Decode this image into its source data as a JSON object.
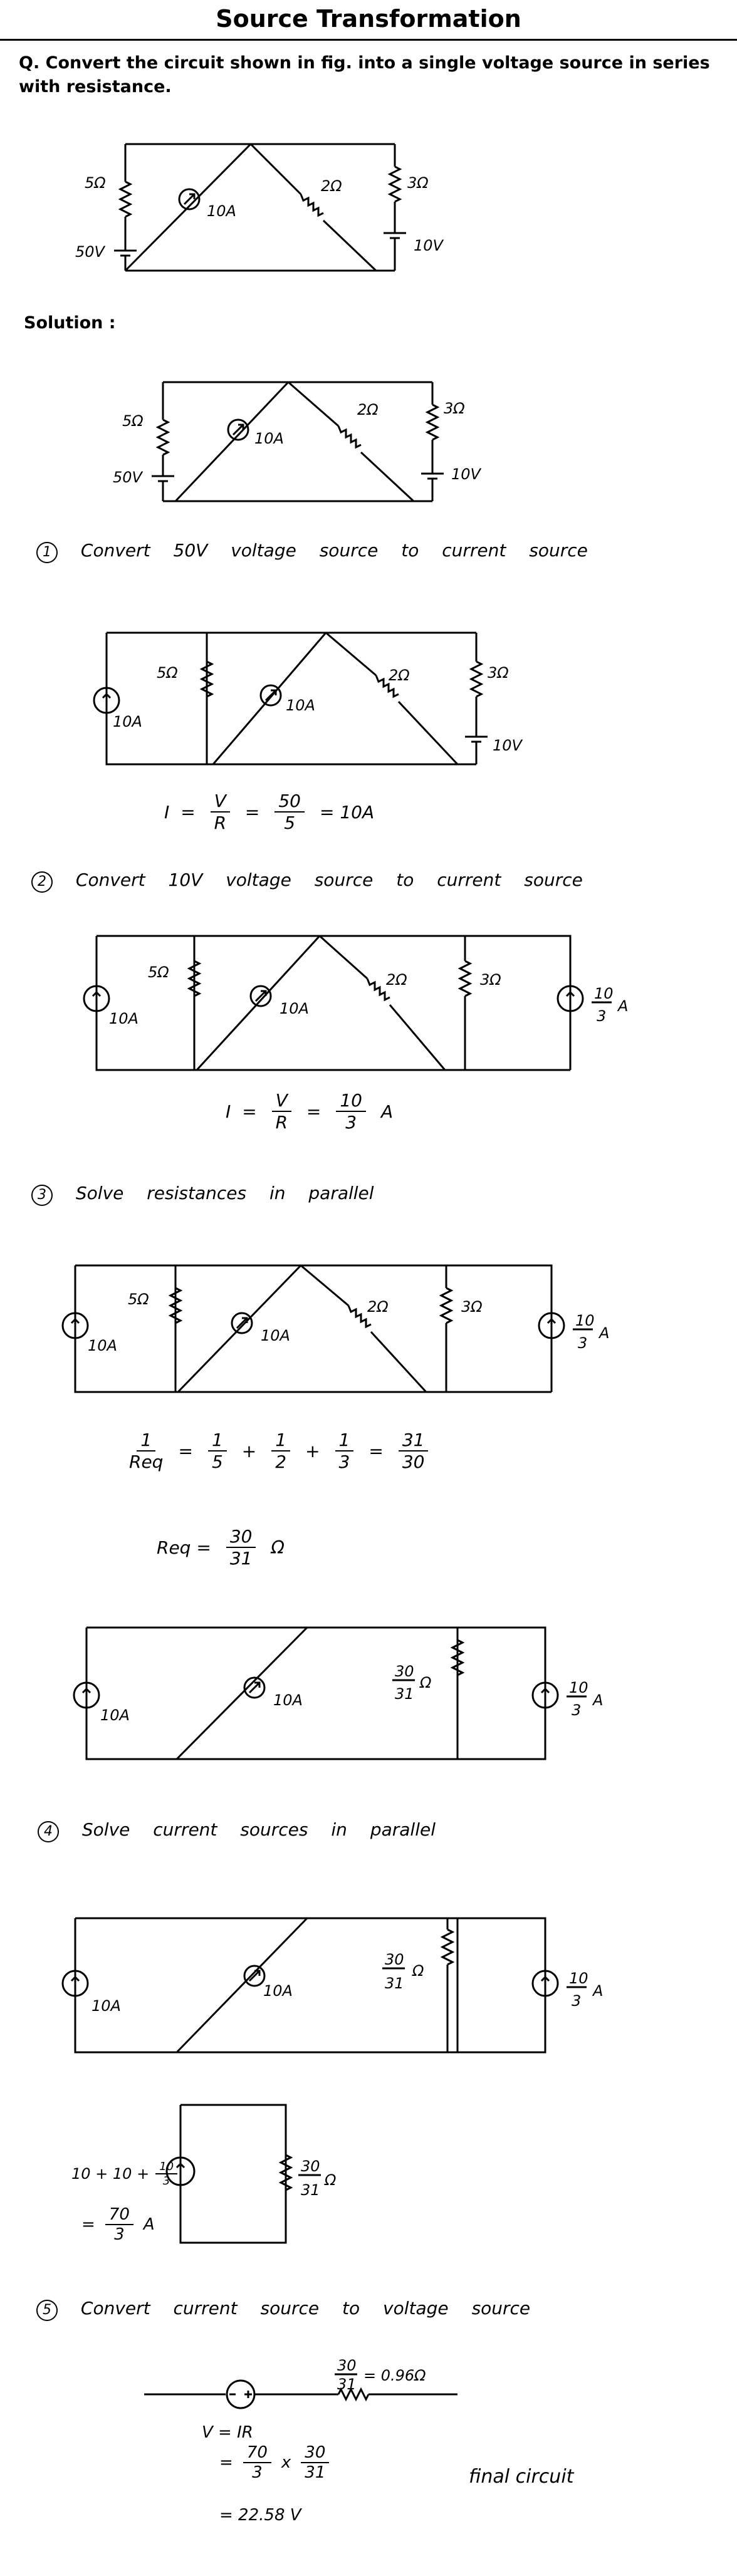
{
  "title": "Source Transformation",
  "question": {
    "prefix": "Q.",
    "text": "Convert the circuit shown in fig. into a single voltage source in series with resistance."
  },
  "solution_label": "Solution :",
  "labels": {
    "r5": "5Ω",
    "r2": "2Ω",
    "r3": "3Ω",
    "v50": "50V",
    "v10": "10V",
    "i10": "10A",
    "i10_3_num": "10",
    "i10_3_den": "3",
    "amp": "A",
    "req_num": "30",
    "req_den": "31",
    "ohm": "Ω"
  },
  "steps": [
    {
      "num": "1",
      "text": "Convert 50V voltage source to current source"
    },
    {
      "num": "2",
      "text": "Convert 10V voltage source to current source"
    },
    {
      "num": "3",
      "text": "Solve resistances in parallel"
    },
    {
      "num": "4",
      "text": "Solve current sources in parallel"
    },
    {
      "num": "5",
      "text": "Convert current source to voltage source"
    }
  ],
  "eq1": {
    "lhs": "I",
    "eq": "=",
    "v": "V",
    "r": "R",
    "n": "50",
    "d": "5",
    "res": "= 10A"
  },
  "eq2": {
    "lhs": "I",
    "eq": "=",
    "v": "V",
    "r": "R",
    "n": "10",
    "d": "3",
    "unit": "A"
  },
  "eq3": {
    "one": "1",
    "req": "Req",
    "eq": "=",
    "plus": "+",
    "d1": "5",
    "d2": "2",
    "d3": "3",
    "n": "31",
    "d": "30"
  },
  "eq4": {
    "lhs": "Req =",
    "n": "30",
    "d": "31",
    "unit": "Ω"
  },
  "eq5": {
    "a": "10 + 10 +",
    "n": "10",
    "d": "3",
    "eq": "=",
    "n2": "70",
    "d2": "3",
    "unit": "A"
  },
  "final": {
    "r_text": "= 0.96Ω",
    "line1": "V = IR",
    "line2_eq": "=",
    "line2_n1": "70",
    "line2_d1": "3",
    "times": "x",
    "line2_n2": "30",
    "line2_d2": "31",
    "line3": "= 22.58 V",
    "caption": "final circuit"
  }
}
